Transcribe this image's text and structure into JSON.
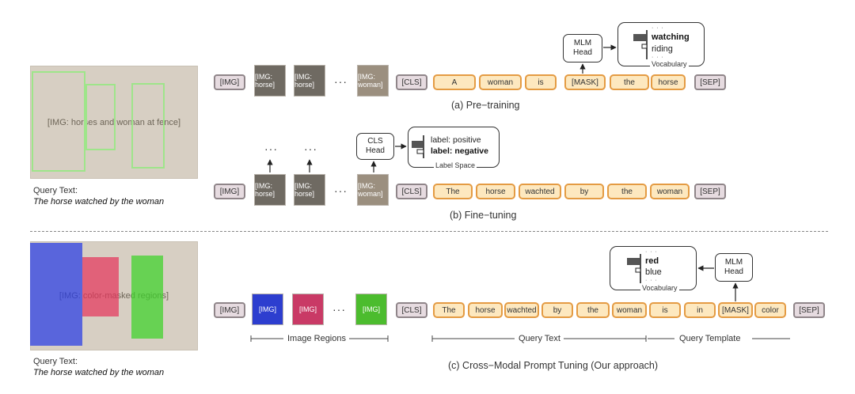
{
  "top_section": {
    "query_label": "Query Text:",
    "query_text": "The horse watched by the woman"
  },
  "bottom_section": {
    "query_label": "Query Text:",
    "query_text": "The horse watched by the woman"
  },
  "pretraining": {
    "img_token": "[IMG]",
    "tokens": [
      "[CLS]",
      "A",
      "woman",
      "is",
      "[MASK]",
      "the",
      "horse",
      "[SEP]"
    ],
    "head": [
      "MLM",
      "Head"
    ],
    "vocab_dots": "· · ·",
    "vocab_bold": "watching",
    "vocab_normal": "riding",
    "vocab_label": "Vocabulary",
    "caption": "(a) Pre−training"
  },
  "finetuning": {
    "img_token": "[IMG]",
    "tokens": [
      "[CLS]",
      "The",
      "horse",
      "wachted",
      "by",
      "the",
      "woman",
      "[SEP]"
    ],
    "head": [
      "CLS",
      "Head"
    ],
    "label_normal": "label: positive",
    "label_bold": "label: negative",
    "label_space": "Label Space",
    "caption": "(b) Fine−tuning"
  },
  "prompt": {
    "img_token": "[IMG]",
    "tokens": [
      "[CLS]",
      "The",
      "horse",
      "wachted",
      "by",
      "the",
      "woman",
      "is",
      "in",
      "[MASK]",
      "color",
      "[SEP]"
    ],
    "head": [
      "MLM",
      "Head"
    ],
    "vocab_dots": "· · ·",
    "vocab_bold": "red",
    "vocab_normal": "blue",
    "vocab_label": "Vocabulary",
    "image_regions_label": "Image Regions",
    "query_text_label": "Query Text",
    "query_template_label": "Query Template",
    "caption": "(c) Cross−Modal Prompt Tuning (Our approach)"
  },
  "colors": {
    "token_fill": "#fde8bf",
    "token_border": "#e49b43",
    "gray_token": "#e6dbe0"
  }
}
